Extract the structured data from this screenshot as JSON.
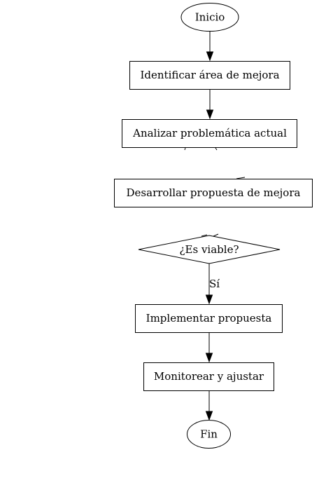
{
  "diagram": {
    "nodes": {
      "start": "Inicio",
      "identify": "Identificar área de mejora",
      "analyze": "Analizar problemática actual",
      "develop": "Desarrollar propuesta de mejora",
      "decision": "¿Es viable?",
      "implement": "Implementar propuesta",
      "monitor": "Monitorear y ajustar",
      "end": "Fin"
    },
    "edge_labels": {
      "decision_yes": "Sí"
    }
  }
}
